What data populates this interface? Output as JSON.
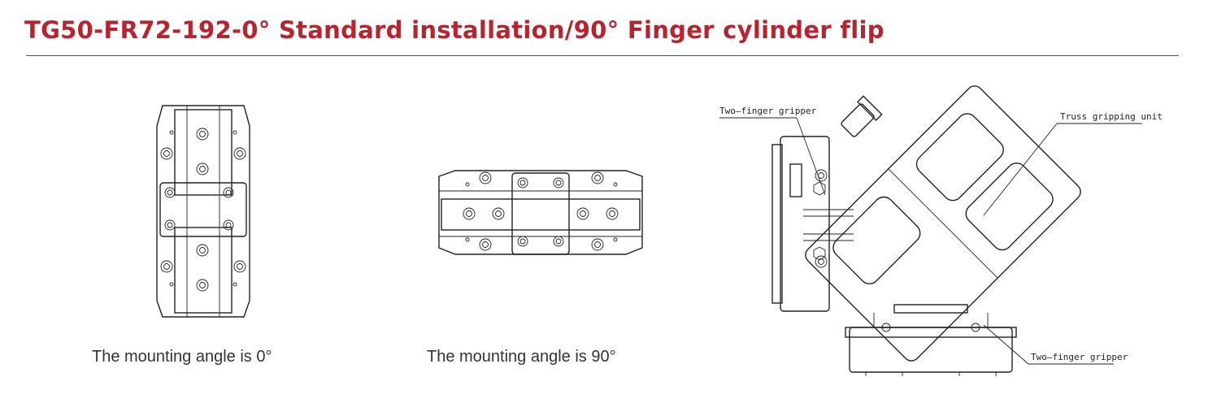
{
  "header": {
    "title": "TG50-FR72-192-0° Standard installation/90° Finger cylinder flip"
  },
  "views": [
    {
      "caption": "The mounting angle is 0°"
    },
    {
      "caption": "The mounting angle is 90°"
    },
    {
      "labels": {
        "top_left": "Two—finger gripper",
        "top_right": "Truss gripping unit",
        "bottom_right": "Two—finger gripper"
      }
    }
  ],
  "colors": {
    "title": "#b8232e",
    "line": "#222222"
  }
}
